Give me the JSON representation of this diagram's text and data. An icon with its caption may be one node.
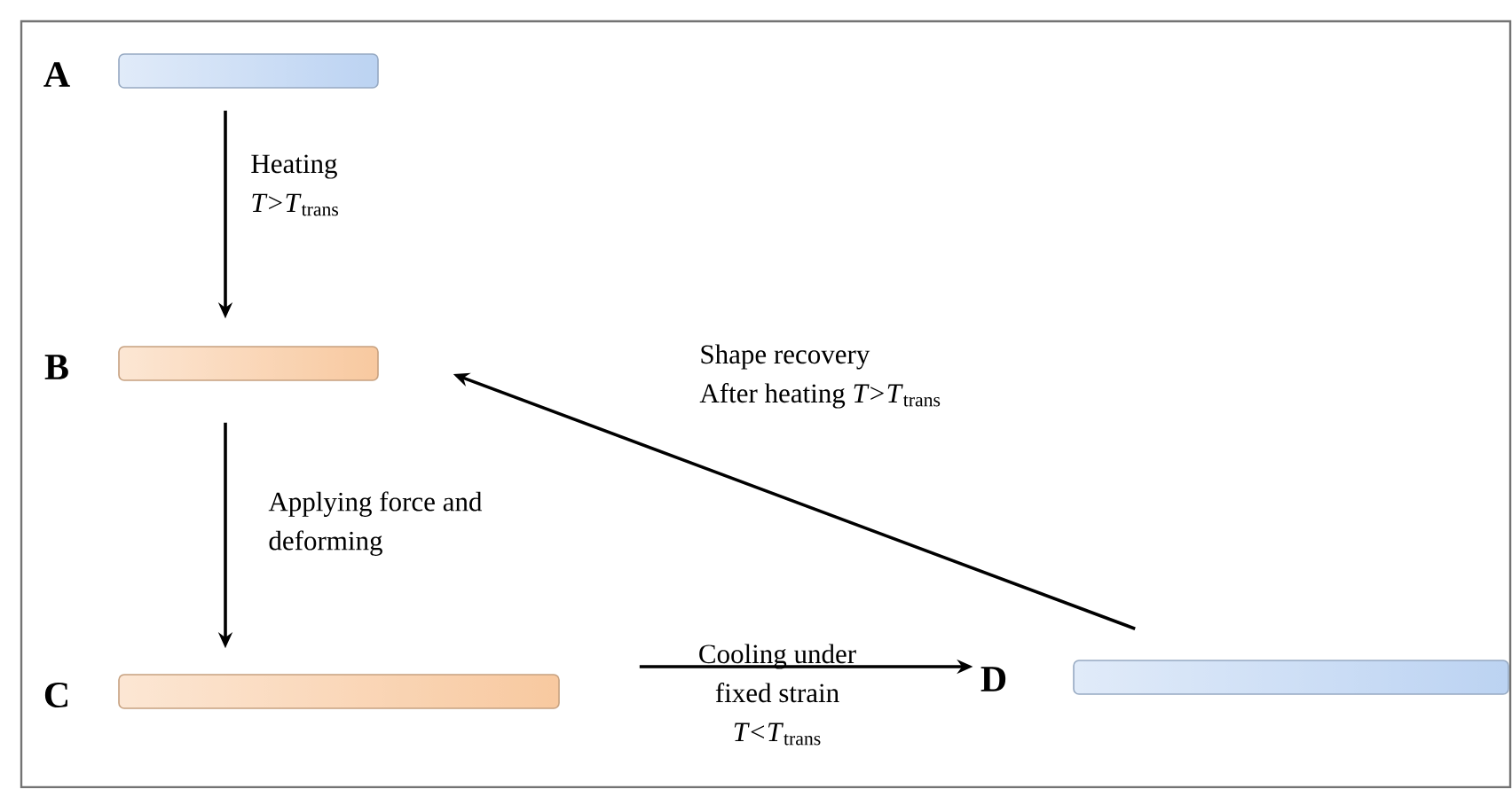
{
  "diagram": {
    "nodes": [
      {
        "text": [
          "A"
        ]
      },
      {
        "text": [
          "B"
        ]
      },
      {
        "text": [
          "C"
        ]
      },
      {
        "text": [
          "D"
        ]
      }
    ],
    "edges": [
      {
        "from": 0,
        "to": 1,
        "arrow": "to",
        "label": "Heating *T>T*$_{trans}$"
      },
      {
        "from": 1,
        "to": 2,
        "arrow": "to",
        "label": "Applying force and deforming"
      },
      {
        "from": 2,
        "to": 3,
        "arrow": "to",
        "label": "Cooling under fixed strain *T<T*$_{trans}$"
      },
      {
        "from": 3,
        "to": 1,
        "arrow": "to",
        "label": "Shape recovery After heating *T>T*$_{trans}$"
      }
    ]
  }
}
